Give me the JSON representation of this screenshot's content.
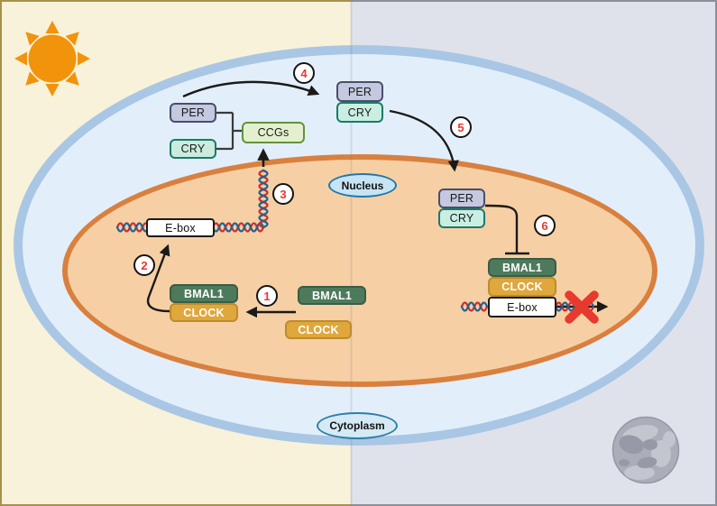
{
  "diagram": {
    "type": "circadian-clock-molecular-pathway",
    "labels": {
      "per": "PER",
      "cry": "CRY",
      "ccgs": "CCGs",
      "bmal1": "BMAL1",
      "clock": "CLOCK",
      "ebox": "E-box",
      "nucleus": "Nucleus",
      "cytoplasm": "Cytoplasm"
    },
    "steps": [
      {
        "number": "1"
      },
      {
        "number": "2"
      },
      {
        "number": "3"
      },
      {
        "number": "4"
      },
      {
        "number": "5"
      },
      {
        "number": "6"
      }
    ],
    "icons": {
      "day": "sun-icon",
      "night": "moon-icon"
    },
    "colors": {
      "day_background": "#F7F2D9",
      "night_background": "#E0E2EB",
      "cell_fill": "#E2EFFB",
      "cell_membrane": "#A9C6E5",
      "nucleus_fill": "#F6D0A4",
      "nuclear_membrane": "#D9803F",
      "per_fill": "#C4C9E0",
      "cry_fill": "#CBEBDE",
      "ccgs_fill": "#E3F0CE",
      "bmal1_fill": "#4E7A5C",
      "clock_fill": "#DFA73C",
      "step_number": "#E8392F",
      "dna_strand_red": "#D22B2B",
      "dna_strand_blue": "#1D6395",
      "sun": "#F2930C",
      "moon": "#ABAEB8",
      "inhibition_x": "#E8392F"
    }
  }
}
